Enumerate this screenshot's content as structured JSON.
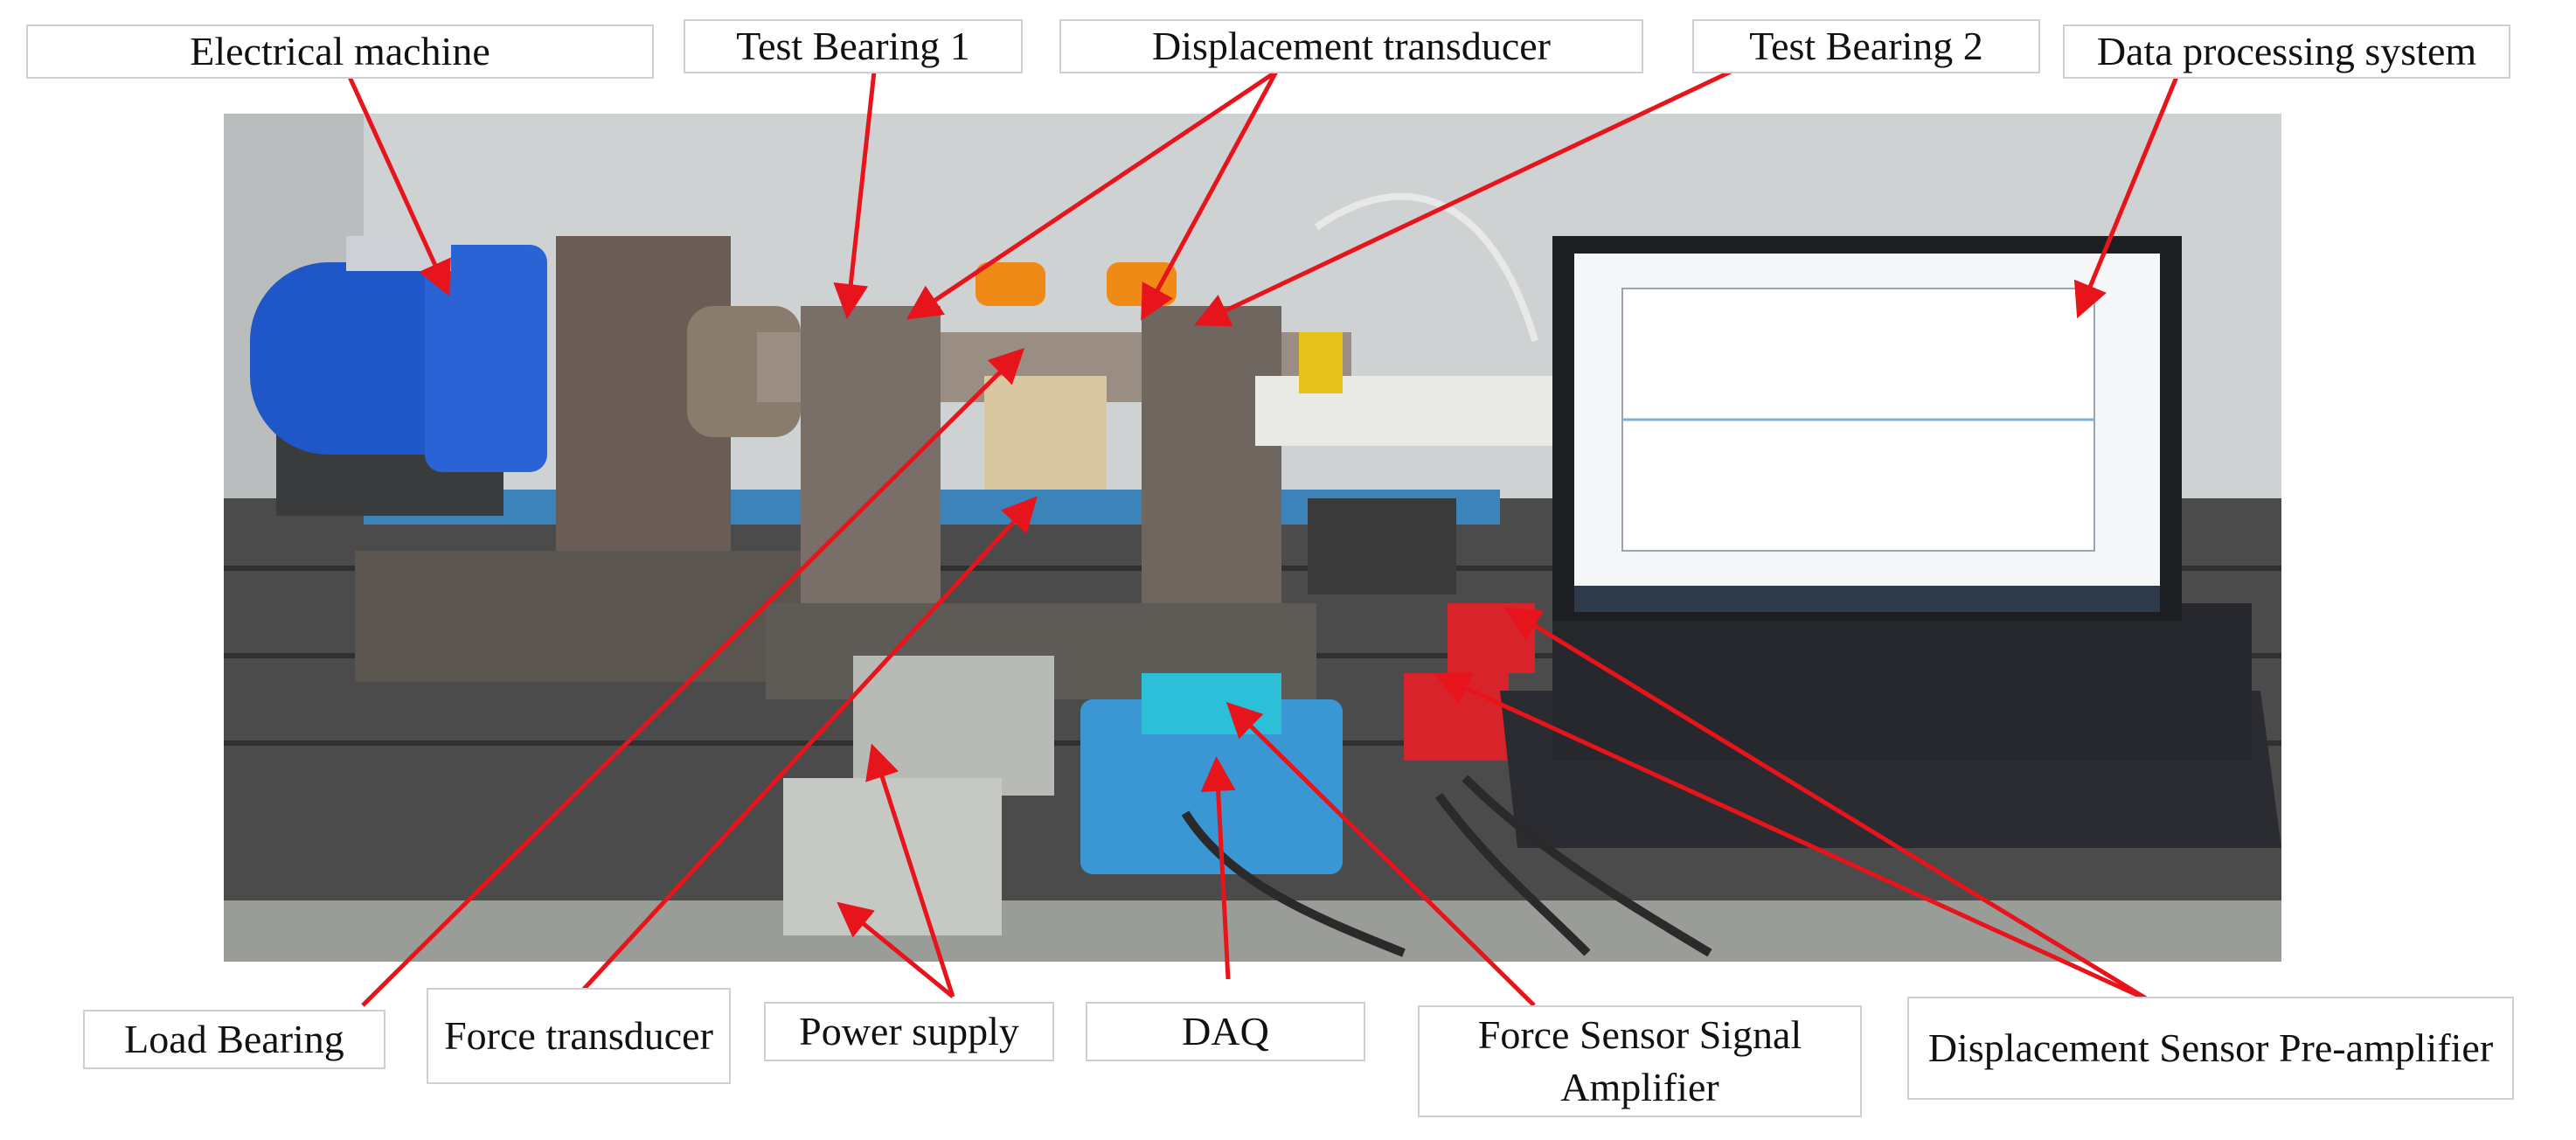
{
  "labels": {
    "electrical_machine": "Electrical machine",
    "test_bearing_1": "Test Bearing 1",
    "displacement_transducer": "Displacement transducer",
    "test_bearing_2": "Test Bearing 2",
    "data_processing_system": "Data processing system",
    "load_bearing": "Load Bearing",
    "force_transducer": "Force transducer",
    "power_supply": "Power supply",
    "daq": "DAQ",
    "force_sensor_signal_amplifier": "Force Sensor Signal Amplifier",
    "displacement_sensor_preamplifier": "Displacement Sensor Pre-amplifier"
  },
  "colors": {
    "arrow": "#e8141b",
    "label_border": "#cfcfcf"
  }
}
